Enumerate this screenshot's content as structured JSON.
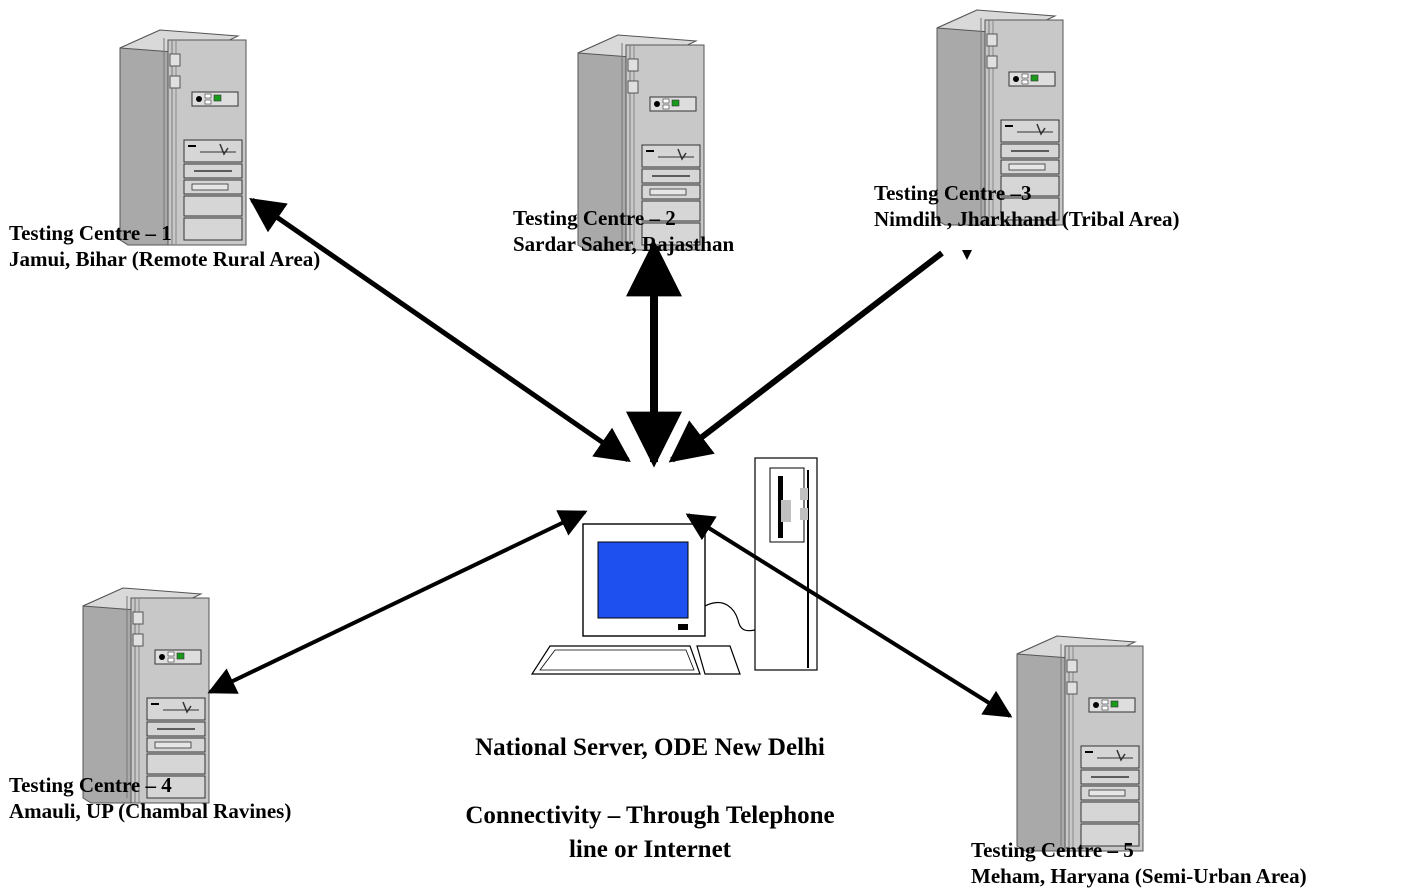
{
  "centres": [
    {
      "title": "Testing Centre – 1",
      "location": "Jamui, Bihar (Remote Rural Area)"
    },
    {
      "title": "Testing Centre – 2",
      "location": "Sardar Saher, Rajasthan"
    },
    {
      "title": "Testing Centre –3",
      "location": "Nimdih , Jharkhand (Tribal Area)"
    },
    {
      "title": "Testing Centre – 4",
      "location": "Amauli, UP (Chambal Ravines)"
    },
    {
      "title": "Testing Centre – 5",
      "location": "Meham, Haryana (Semi-Urban Area)"
    }
  ],
  "server": {
    "label": "National Server, ODE New Delhi",
    "connectivity_line1": "Connectivity – Through Telephone",
    "connectivity_line2": "line or Internet"
  },
  "colors": {
    "tower": "#c8c8c8",
    "screen": "#1e50f0",
    "led": "#1a9a1a",
    "arrow": "#000000"
  }
}
